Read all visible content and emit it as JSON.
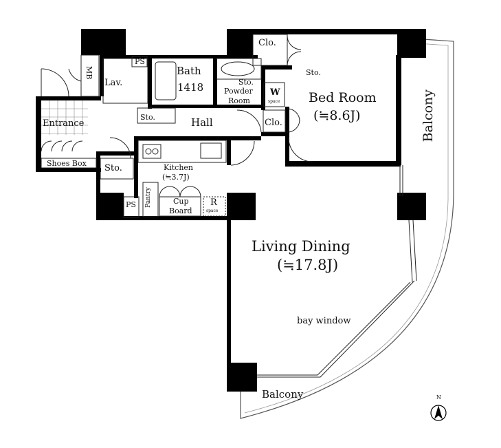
{
  "rooms": {
    "bath": "Bath",
    "bath_size": "1418",
    "bedroom": "Bed Room",
    "bedroom_size": "(≒8.6J)",
    "living": "Living Dining",
    "living_size": "(≒17.8J)",
    "kitchen": "Kitchen",
    "kitchen_size": "(≒3.7J)",
    "entrance": "Entrance",
    "hall": "Hall",
    "lav": "Lav.",
    "powder_room_1": "Powder",
    "powder_room_2": "Room",
    "balcony_east": "Balcony",
    "balcony_south": "Balcony",
    "shoes_box": "Shoes Box",
    "cupboard_1": "Cup",
    "cupboard_2": "Board",
    "pantry": "Pantry",
    "bay_window": "bay window"
  },
  "fixtures": {
    "mb": "MB",
    "ps_top": "PS",
    "ps_bottom": "PS",
    "clo_top": "Clo.",
    "clo_mid": "Clo.",
    "sto_powder": "Sto.",
    "sto_bedroom": "Sto.",
    "sto_hall": "Sto.",
    "sto_entrance": "Sto.",
    "washer": "W",
    "washer_sub": "space",
    "fridge": "R",
    "fridge_sub": "space"
  },
  "compass": {
    "north": "N"
  },
  "colors": {
    "wall": "#000000",
    "line": "#222222",
    "tile": "#888888"
  }
}
